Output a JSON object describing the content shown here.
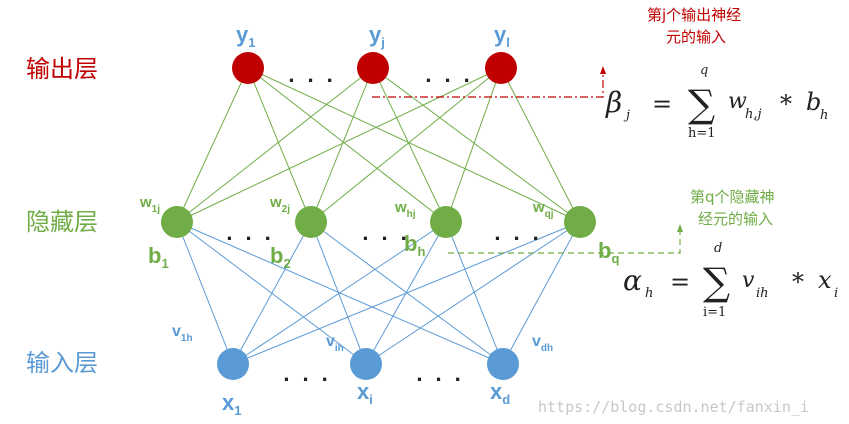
{
  "colors": {
    "output": "#c00000",
    "hidden": "#70ad47",
    "input": "#5b9bd5",
    "edge_output": "#70ad47",
    "edge_input": "#5b9bd5",
    "pointer_output": "#c00000",
    "pointer_hidden": "#70ad47",
    "formula": "#222222",
    "watermark": "#c8c8c8"
  },
  "layers": {
    "output": {
      "label": "输出层"
    },
    "hidden": {
      "label": "隐藏层"
    },
    "input": {
      "label": "输入层"
    }
  },
  "nodes": {
    "output": [
      {
        "name": "y",
        "sub": "1"
      },
      {
        "name": "y",
        "sub": "j"
      },
      {
        "name": "y",
        "sub": "l"
      }
    ],
    "hidden": [
      {
        "name": "b",
        "sub": "1",
        "w": "w",
        "wsub": "1j"
      },
      {
        "name": "b",
        "sub": "2",
        "w": "w",
        "wsub": "2j"
      },
      {
        "name": "b",
        "sub": "h",
        "w": "w",
        "wsub": "hj"
      },
      {
        "name": "b",
        "sub": "q",
        "w": "w",
        "wsub": "qj"
      }
    ],
    "input": [
      {
        "name": "x",
        "sub": "1"
      },
      {
        "name": "x",
        "sub": "i"
      },
      {
        "name": "x",
        "sub": "d"
      }
    ]
  },
  "input_weights": [
    {
      "name": "v",
      "sub": "1h"
    },
    {
      "name": "v",
      "sub": "ih"
    },
    {
      "name": "v",
      "sub": "dh"
    }
  ],
  "ellipsis": ". . .",
  "annotations": {
    "output_note": [
      "第j个输出神经",
      "元的输入"
    ],
    "hidden_note": [
      "第q个隐藏神",
      "经元的输入"
    ]
  },
  "formulas": {
    "beta": {
      "lhs": "β",
      "lhs_sub": "j",
      "eq": "=",
      "sum": "∑",
      "upper": "q",
      "lower": "h=1",
      "var": "w",
      "var_sub": "h,j",
      "op": "*",
      "var2": "b",
      "var2_sub": "h"
    },
    "alpha": {
      "lhs": "α",
      "lhs_sub": "h",
      "eq": "=",
      "sum": "∑",
      "upper": "d",
      "lower": "i=1",
      "var": "v",
      "var_sub": "ih",
      "op": "*",
      "var2": "x",
      "var2_sub": "i"
    }
  },
  "watermark": "https://blog.csdn.net/fanxin_i"
}
